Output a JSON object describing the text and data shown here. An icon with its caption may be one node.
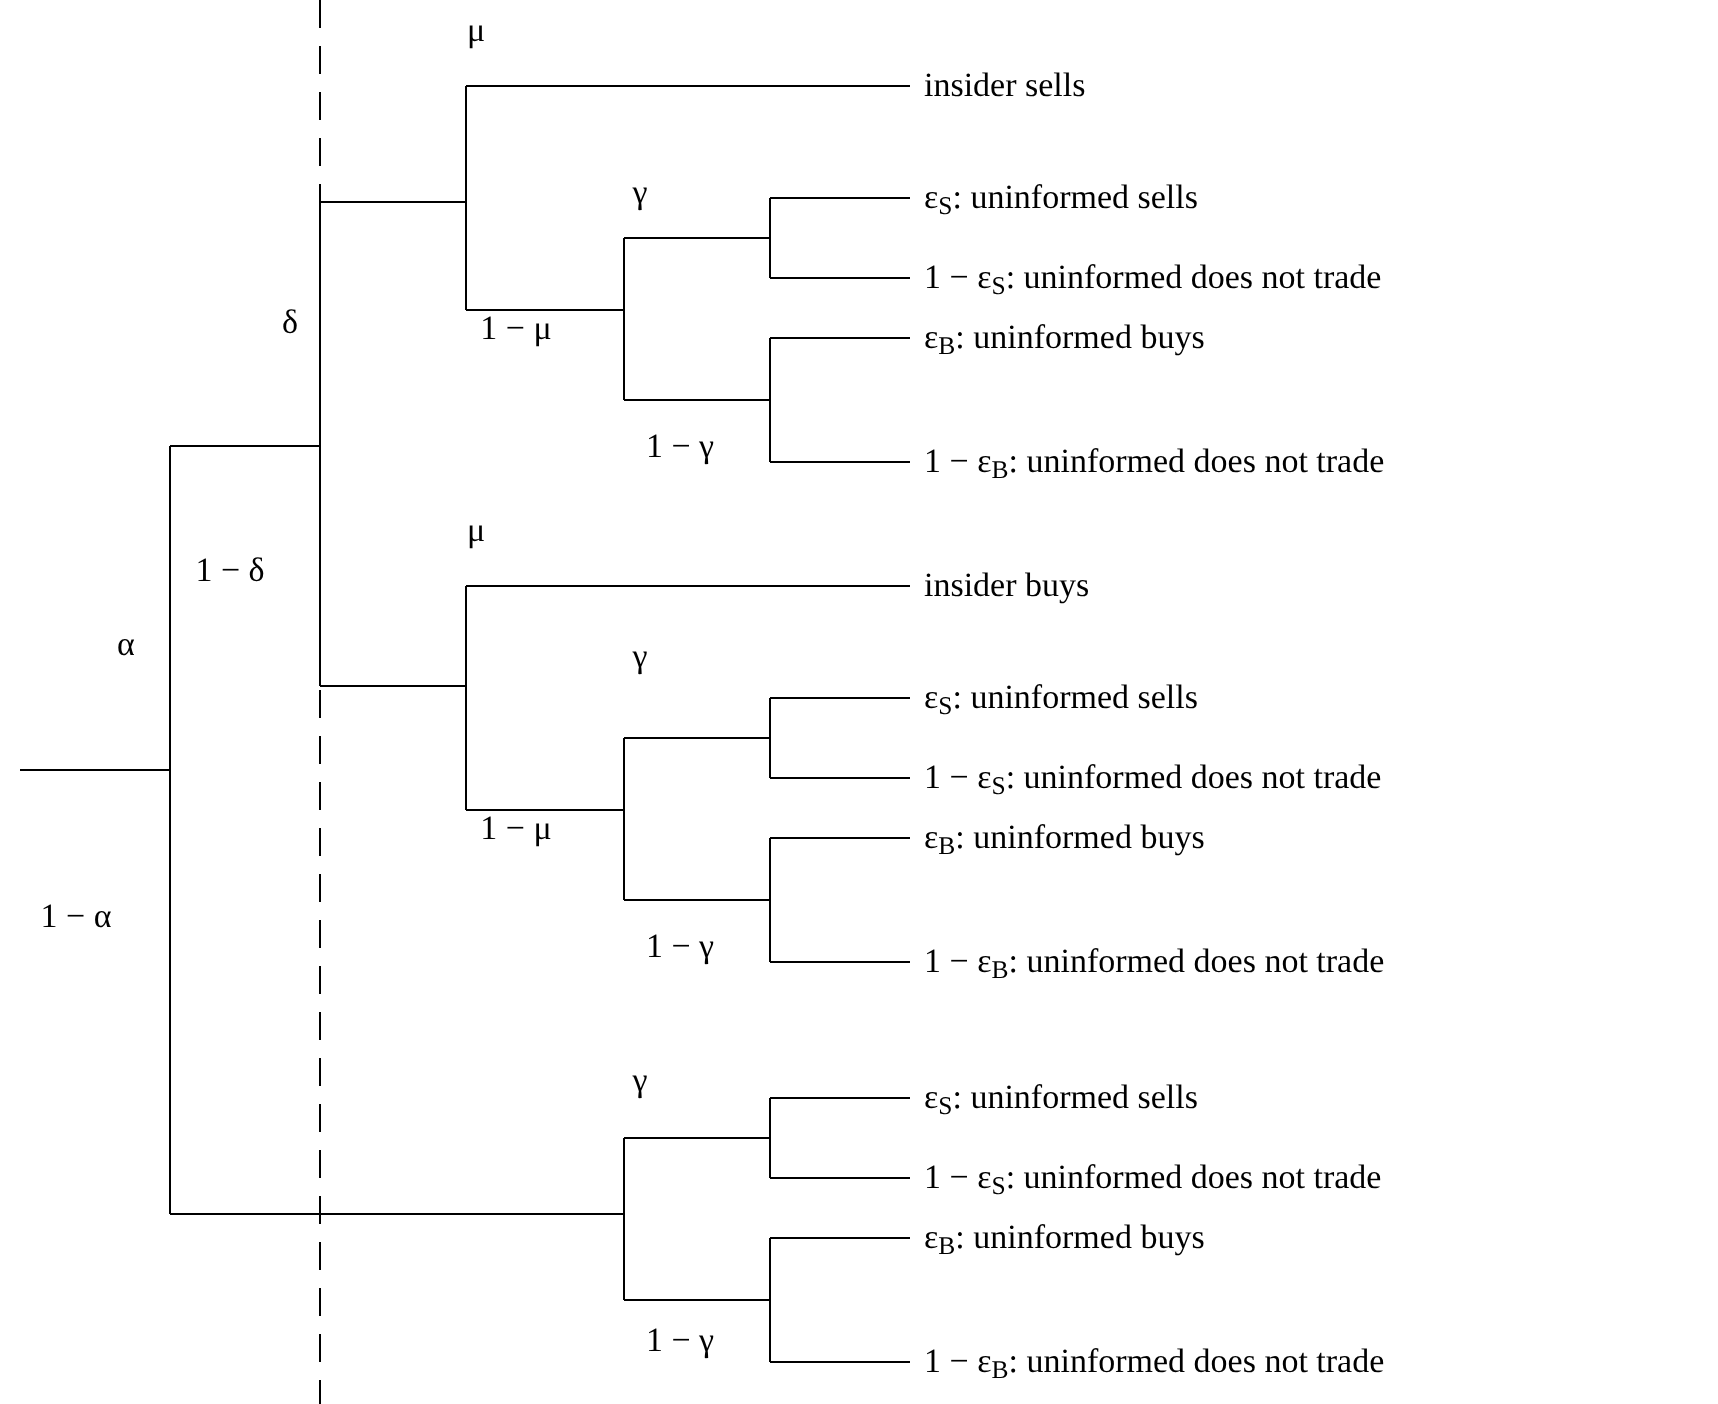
{
  "diagram": {
    "nodes": [
      {
        "text": [
          "insider sells"
        ]
      },
      {
        "text": [
          "ε$_{S}$: uninformed sells"
        ]
      },
      {
        "text": [
          "1 − ε$_{S}$: uninformed does not trade"
        ]
      },
      {
        "text": [
          "ε$_{B}$: uninformed buys"
        ]
      },
      {
        "text": [
          "1 − ε$_{B}$: uninformed does not trade"
        ]
      },
      {
        "text": [
          "insider buys"
        ]
      },
      {
        "text": [
          "ε$_{S}$: uninformed sells"
        ]
      },
      {
        "text": [
          "1 − ε$_{S}$: uninformed does not trade"
        ]
      },
      {
        "text": [
          "ε$_{B}$: uninformed buys"
        ]
      },
      {
        "text": [
          "1 − ε$_{B}$: uninformed does not trade"
        ]
      },
      {
        "text": [
          "ε$_{S}$: uninformed sells"
        ]
      },
      {
        "text": [
          "1 − ε$_{S}$: uninformed does not trade"
        ]
      },
      {
        "text": [
          "ε$_{B}$: uninformed buys"
        ]
      },
      {
        "text": [
          "1 − ε$_{B}$: uninformed does not trade"
        ]
      }
    ],
    "edges": [
      {
        "from": null,
        "to": 0,
        "arrow": "none"
      },
      {
        "from": null,
        "to": 1,
        "arrow": "none"
      },
      {
        "from": null,
        "to": 2,
        "arrow": "none"
      },
      {
        "from": null,
        "to": 3,
        "arrow": "none"
      },
      {
        "from": null,
        "to": 4,
        "arrow": "none"
      },
      {
        "from": null,
        "to": 5,
        "arrow": "none"
      },
      {
        "from": null,
        "to": 6,
        "arrow": "none"
      },
      {
        "from": null,
        "to": 7,
        "arrow": "none"
      },
      {
        "from": null,
        "to": 8,
        "arrow": "none"
      },
      {
        "from": null,
        "to": 9,
        "arrow": "none"
      },
      {
        "from": null,
        "to": 10,
        "arrow": "none"
      },
      {
        "from": null,
        "to": 11,
        "arrow": "none"
      },
      {
        "from": null,
        "to": 12,
        "arrow": "none"
      },
      {
        "from": null,
        "to": 13,
        "arrow": "none"
      }
    ],
    "labels": [
      "μ",
      "γ",
      "δ",
      "1 − μ",
      "1 − γ",
      "μ",
      "1 − δ",
      "α",
      "γ",
      "1 − μ",
      "1 − α",
      "1 − γ",
      "γ",
      "1 − γ"
    ]
  }
}
